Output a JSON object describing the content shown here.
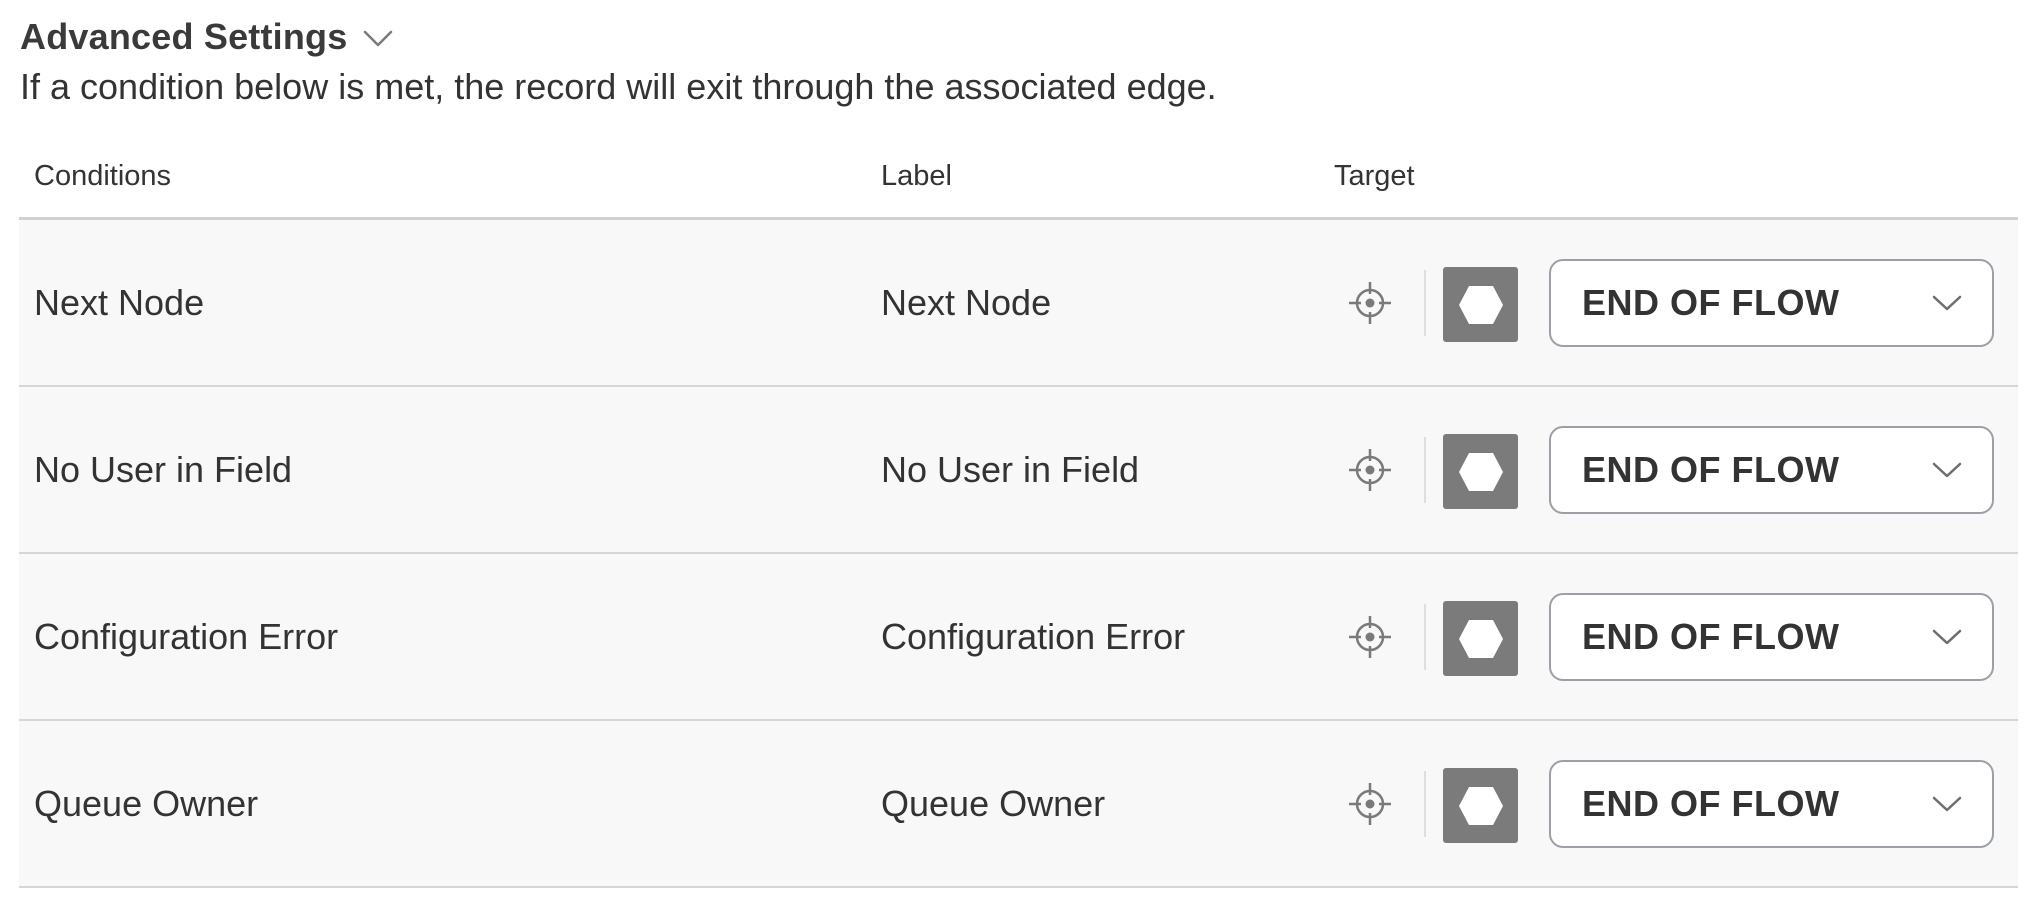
{
  "header": {
    "title": "Advanced Settings",
    "subtitle": "If a condition below is met, the record will exit through the associated edge."
  },
  "table": {
    "columns": {
      "conditions": "Conditions",
      "label": "Label",
      "target": "Target"
    },
    "rows": [
      {
        "condition": "Next Node",
        "label": "Next Node",
        "target": "END OF FLOW"
      },
      {
        "condition": "No User in Field",
        "label": "No User in Field",
        "target": "END OF FLOW"
      },
      {
        "condition": "Configuration Error",
        "label": "Configuration Error",
        "target": "END OF FLOW"
      },
      {
        "condition": "Queue Owner",
        "label": "Queue Owner",
        "target": "END OF FLOW"
      }
    ]
  },
  "icons": {
    "header_toggle": "chevron-down-icon",
    "target_picker": "crosshair-icon",
    "node_type": "hexagon-icon",
    "dropdown": "chevron-down-icon"
  },
  "colors": {
    "node_tile": "#7b7b7b",
    "row_background": "#f8f8f8",
    "select_border": "#9aa0a6",
    "text": "#333333"
  }
}
